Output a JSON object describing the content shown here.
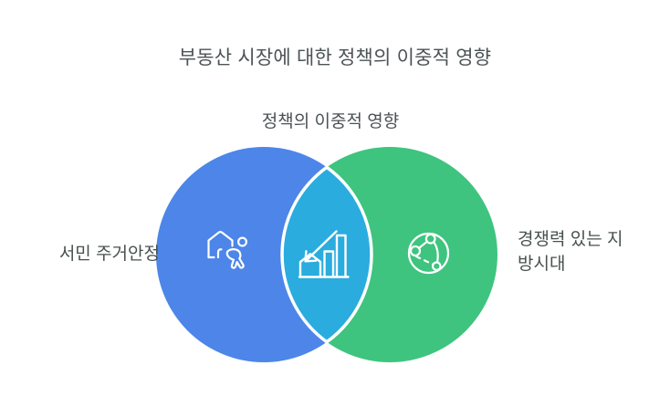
{
  "page": {
    "title": "부동산 시장에 대한 정책의 이중적 영향",
    "background_color": "#ffffff",
    "text_color": "#4b5355"
  },
  "diagram": {
    "subtitle": "정책의 이중적 영향",
    "type": "venn",
    "sets": {
      "left": {
        "label": "서민 주거안정",
        "color": "#4d86e8",
        "icon": "home-person-icon"
      },
      "right": {
        "label": "경쟁력 있는 지방시대",
        "label_lines": [
          "경쟁력 있는 지",
          "방시대"
        ],
        "color": "#3ec47f",
        "icon": "globe-network-icon"
      },
      "overlap": {
        "color": "#2aacde",
        "stroke_color": "#ffffff",
        "icon": "declining-housing-chart-icon"
      }
    }
  }
}
